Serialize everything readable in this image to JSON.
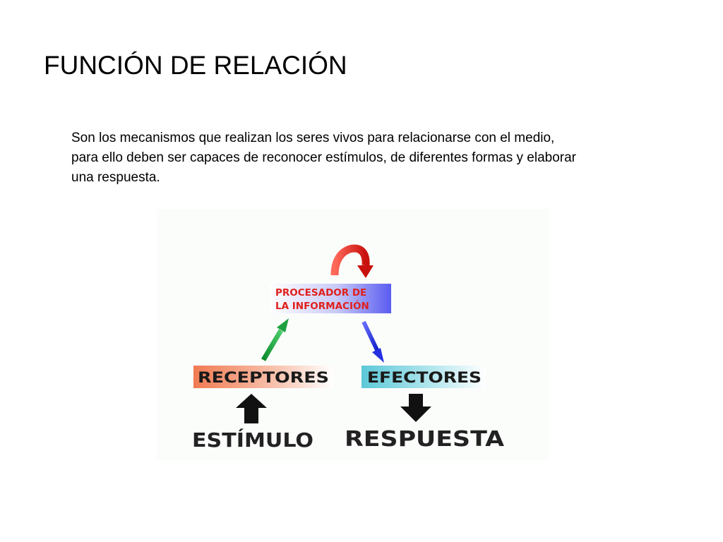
{
  "slide": {
    "title": "FUNCIÓN DE RELACIÓN",
    "body_lines": [
      "Son los mecanismos que realizan los seres vivos para relacionarse con el medio,",
      "para ello deben ser capaces de reconocer estímulos, de diferentes formas y elaborar",
      "una respuesta."
    ]
  },
  "diagram": {
    "processor_line1": "PROCESADOR DE",
    "processor_line2": "LA INFORMACIÓN",
    "receptors": "RECEPTORES",
    "effectors": "EFECTORES",
    "stimulus": "ESTÍMULO",
    "response": "RESPUESTA",
    "colors": {
      "processor_text": "#e0201c",
      "processor_box": "#5a5cf0",
      "loop_arrow": "#e02a1e",
      "receptors_box": "#f07a52",
      "effectors_box": "#5cc8d8",
      "green_arrow": "#1fa040",
      "blue_arrow": "#2430e0",
      "black": "#111111"
    }
  }
}
